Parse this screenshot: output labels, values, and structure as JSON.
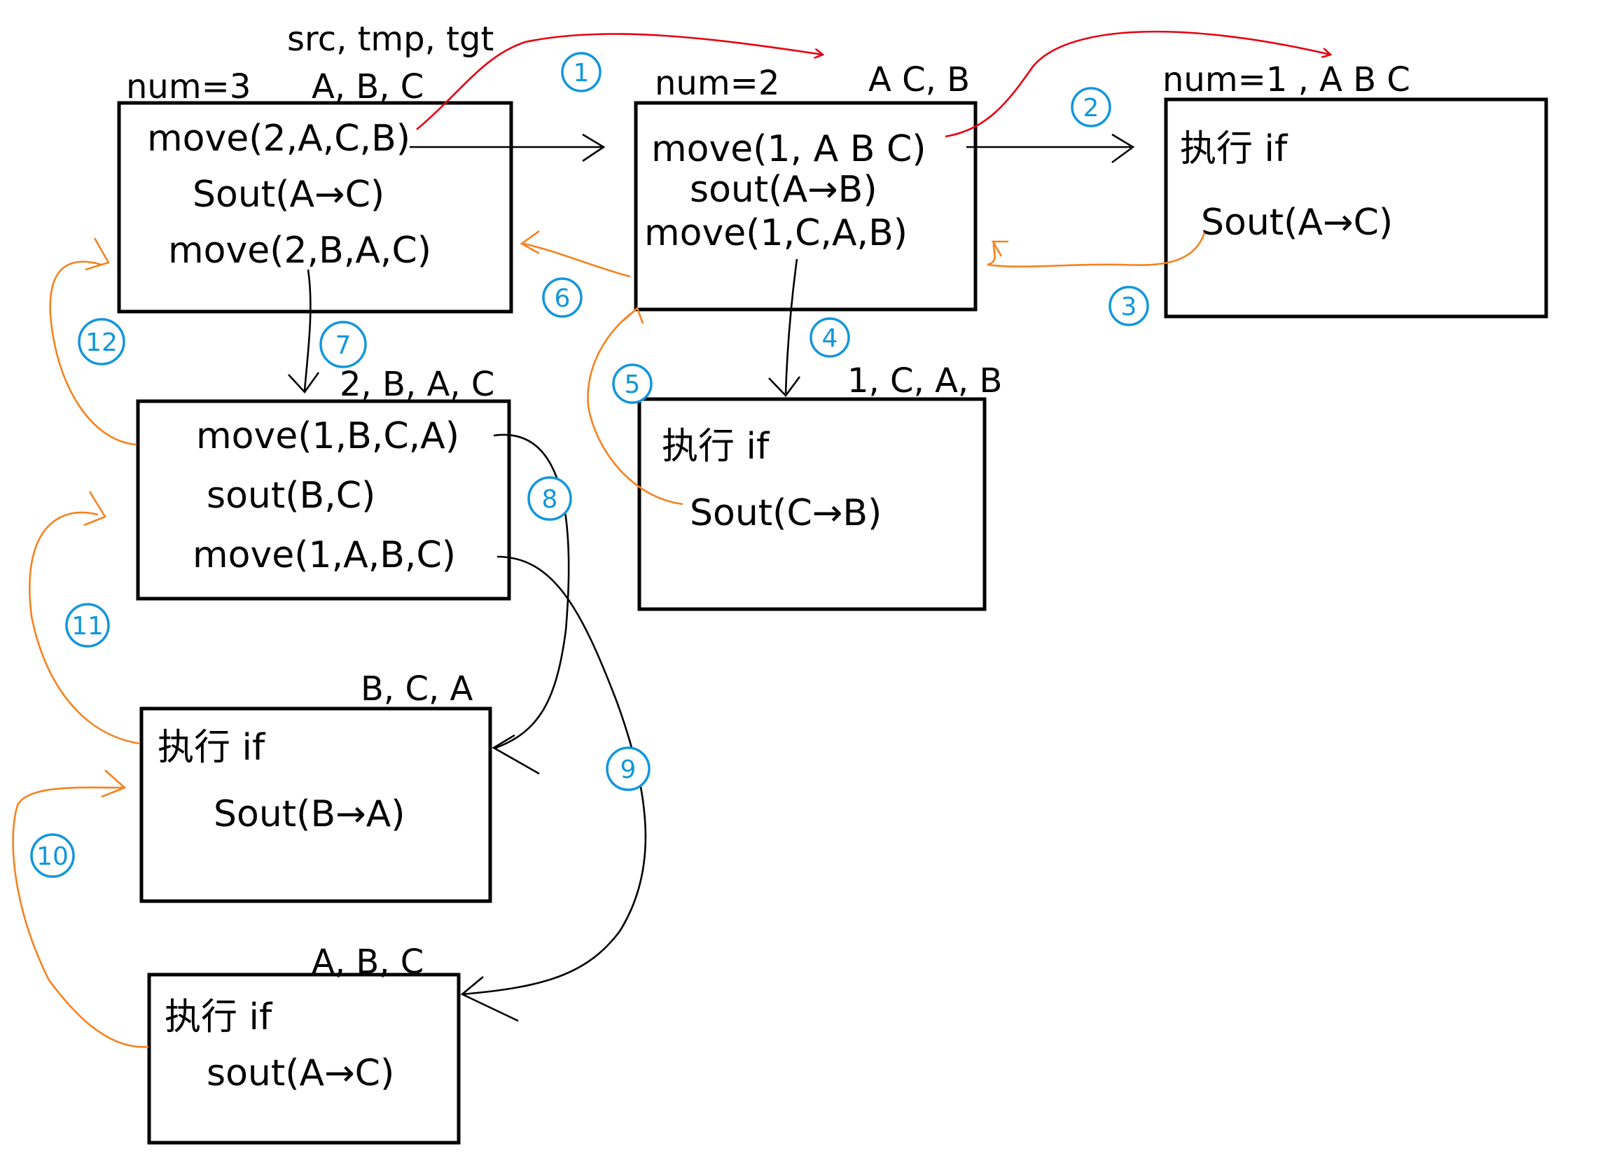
{
  "headers": {
    "params": "src, tmp, tgt",
    "num3": "num=3",
    "abc_top": "A, B, C",
    "num2": "num=2",
    "acb_top": "A C, B",
    "num1": "num=1 , A B C",
    "b7": "2, B, A, C",
    "b4": "1, C, A, B",
    "b8": "B, C, A",
    "b9": "A, B, C"
  },
  "box1": {
    "line1": "move(2,A,C,B)",
    "line2": "Sout(A→C)",
    "line3": "move(2,B,A,C)"
  },
  "box2": {
    "line1": "move(1, A B C)",
    "line2": "sout(A→B)",
    "line3": "move(1,C,A,B)"
  },
  "box3": {
    "line1": "执行 if",
    "line2": "Sout(A→C)"
  },
  "box4": {
    "line1": "执行 if",
    "line2": "Sout(C→B)"
  },
  "box5": {
    "line1": "move(1,B,C,A)",
    "line2": "sout(B,C)",
    "line3": "move(1,A,B,C)"
  },
  "box6": {
    "line1": "执行 if",
    "line2": "Sout(B→A)"
  },
  "box7": {
    "line1": "执行 if",
    "line2": "sout(A→C)"
  },
  "steps": [
    "1",
    "2",
    "3",
    "4",
    "5",
    "6",
    "7",
    "8",
    "9",
    "10",
    "11",
    "12"
  ],
  "colors": {
    "call": "#e60012",
    "return": "#f5821f",
    "number": "#1296db"
  }
}
